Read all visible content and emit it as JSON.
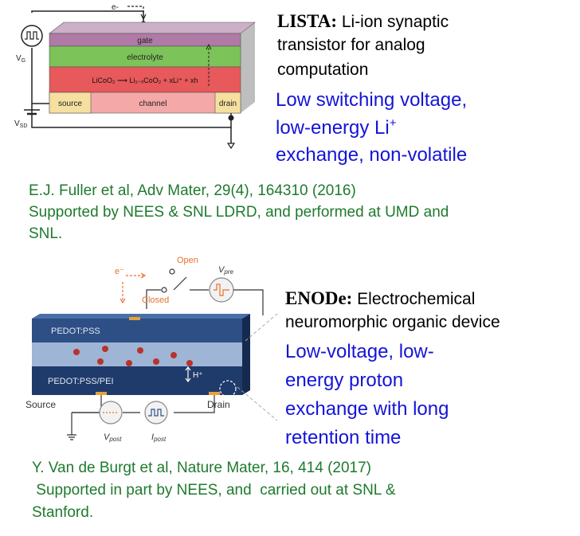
{
  "colors": {
    "blue_text": "#1414d8",
    "green_text": "#1f7a2e",
    "gate": "#b07aa6",
    "electrolyte": "#7cc35a",
    "channel": "#f4a8a8",
    "lico_layer": "#e7595a",
    "contact": "#f5e0a0",
    "pedot": "#2d4f86",
    "orange": "#e8702a"
  },
  "lista": {
    "title_bold": "LISTA:",
    "title_lines": [
      "Li-ion synaptic",
      "transistor for analog",
      "computation"
    ],
    "blue_lines": [
      "Low switching voltage,",
      "low-energy Li",
      "exchange, non-volatile"
    ],
    "blue_sup": "+",
    "diagram": {
      "electron": "e-",
      "clock_label": "V",
      "clock_sub": "G",
      "vsd_label": "V",
      "vsd_sub": "SD",
      "gate": "gate",
      "electrolyte": "electrolyte",
      "reaction": "LiCoO₂ ⟶ Li₁₋ₓCoO₂ + xLi⁺ + xh",
      "source": "source",
      "channel": "channel",
      "drain": "drain"
    },
    "citation_lines": [
      "E.J. Fuller et al, Adv Mater, 29(4), 164310 (2016)",
      "Supported by NEES & SNL LDRD, and performed at UMD and",
      "SNL."
    ]
  },
  "enode": {
    "title_bold": "ENODe:",
    "title_rest": "Electrochemical",
    "title_line2": "neuromorphic organic device",
    "blue_lines": [
      "Low-voltage, low-",
      "energy proton",
      "exchange with long",
      "retention time"
    ],
    "diagram": {
      "open": "Open",
      "closed": "Closed",
      "electron": "e⁻",
      "vpre": "V",
      "vpre_sub": "pre",
      "pedot_top": "PEDOT:PSS",
      "pedot_bottom": "PEDOT:PSS/PEI",
      "proton": "H⁺",
      "source": "Source",
      "drain": "Drain",
      "vpost": "V",
      "vpost_sub": "post",
      "ipost": "I",
      "ipost_sub": "post"
    },
    "citation_lines": [
      "Y. Van de Burgt et al, Nature Mater, 16, 414 (2017)",
      " Supported in part by NEES, and  carried out at SNL &",
      "Stanford."
    ]
  }
}
